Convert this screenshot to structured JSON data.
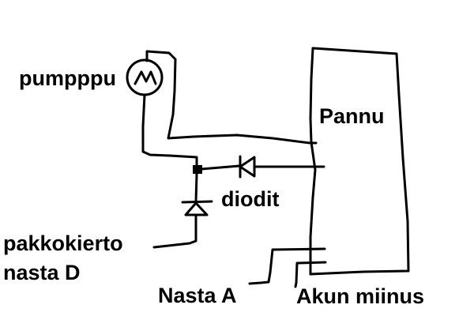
{
  "diagram": {
    "type": "hand-drawn circuit schematic",
    "background_color": "#ffffff",
    "stroke_color": "#000000",
    "labels": {
      "pump": "pumpppu",
      "boiler": "Pannu",
      "diodes": "diodit",
      "pack_circuit_line1": "pakkokierto",
      "pack_circuit_line2": "nasta D",
      "pin_a": "Nasta A",
      "battery_negative": "Akun miinus"
    },
    "components": [
      {
        "id": "pump",
        "symbol": "motor-circle-M",
        "label": "pumpppu"
      },
      {
        "id": "boiler",
        "symbol": "rectangle",
        "label": "Pannu"
      },
      {
        "id": "diode-horizontal",
        "symbol": "diode",
        "direction": "pointing-right-to-left"
      },
      {
        "id": "diode-vertical",
        "symbol": "diode",
        "direction": "pointing-up"
      },
      {
        "id": "junction",
        "symbol": "junction-dot"
      }
    ],
    "connections": [
      {
        "from": "pump",
        "to": "boiler"
      },
      {
        "from": "pump",
        "to": "junction"
      },
      {
        "from": "boiler",
        "to": "diode-horizontal"
      },
      {
        "from": "diode-horizontal",
        "to": "junction"
      },
      {
        "from": "junction",
        "to": "diode-vertical"
      },
      {
        "from": "diode-vertical",
        "to": "pakkokierto nasta D"
      },
      {
        "from": "boiler",
        "to": "Nasta A"
      },
      {
        "from": "boiler",
        "to": "Akun miinus"
      }
    ]
  }
}
